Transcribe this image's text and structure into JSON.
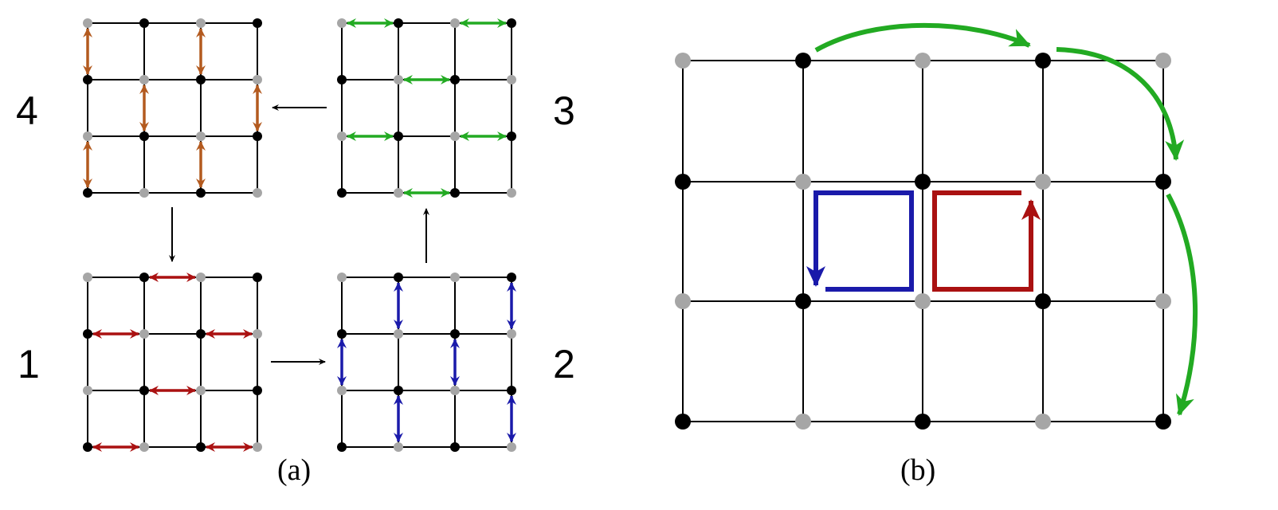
{
  "colors": {
    "background": "#ffffff",
    "line": "#000000",
    "site_black": "#000000",
    "site_gray": "#a6a6a6",
    "brown": "#b35a1f",
    "green": "#22aa22",
    "red": "#aa1111",
    "blue": "#1a1aaa"
  },
  "panel_a": {
    "caption": "(a)",
    "step_labels": [
      "1",
      "2",
      "3",
      "4"
    ],
    "sequence": [
      "1",
      "2",
      "3",
      "4",
      "1"
    ]
  },
  "panel_b": {
    "caption": "(b)"
  }
}
